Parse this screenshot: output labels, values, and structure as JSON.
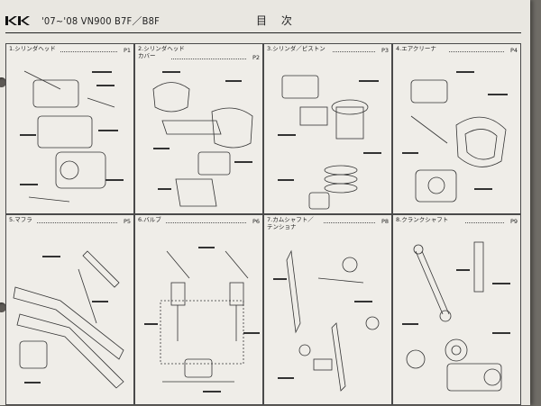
{
  "header": {
    "model_title": "'07~'08 VN900 B7F／B8F",
    "toc_title": "目 次"
  },
  "panels": [
    {
      "label": "1.シリンダヘッド",
      "page": "P1"
    },
    {
      "label": "2.シリンダヘッド\nカバー",
      "page": "P2"
    },
    {
      "label": "3.シリンダ／ピストン",
      "page": "P3"
    },
    {
      "label": "4.エアクリーナ",
      "page": "P4"
    },
    {
      "label": "5.マフラ",
      "page": "P5"
    },
    {
      "label": "6.バルブ",
      "page": "P6"
    },
    {
      "label": "7.カムシャフト／\nテンショナ",
      "page": "P8"
    },
    {
      "label": "8.クランクシャフト",
      "page": "P9"
    }
  ]
}
